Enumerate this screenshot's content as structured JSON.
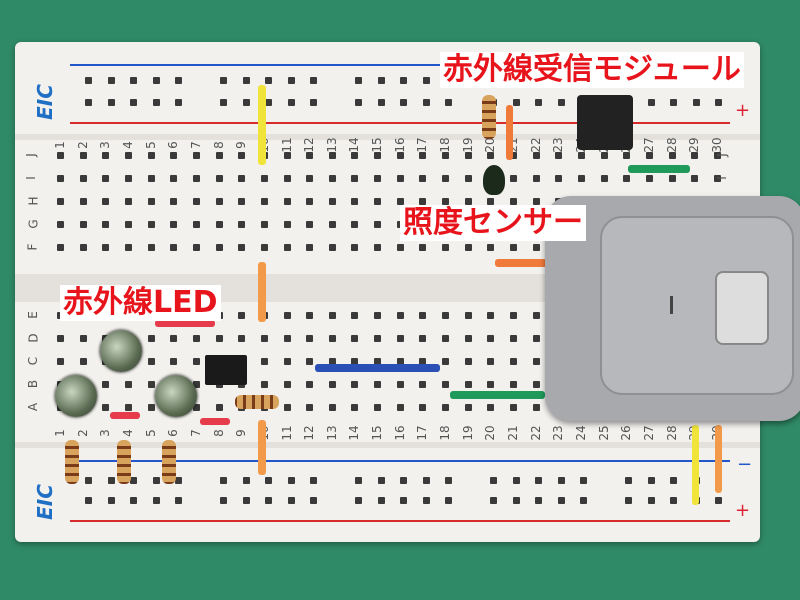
{
  "labels": {
    "ir_receiver": "赤外線受信モジュール",
    "light_sensor": "照度センサー",
    "ir_led": "赤外線LED"
  },
  "breadboard": {
    "logo": "EIC",
    "rows_top": [
      "J",
      "I",
      "H",
      "G",
      "F"
    ],
    "rows_bottom": [
      "E",
      "D",
      "C",
      "B",
      "A"
    ],
    "columns": [
      "1",
      "2",
      "3",
      "4",
      "5",
      "6",
      "7",
      "8",
      "9",
      "10",
      "11",
      "12",
      "13",
      "14",
      "15",
      "16",
      "17",
      "18",
      "19",
      "20",
      "21",
      "22",
      "23",
      "24",
      "25",
      "26",
      "27",
      "28",
      "29",
      "30"
    ],
    "plus": "+",
    "minus": "−"
  },
  "colors": {
    "background": "#2f8a67",
    "label_text": "#e8141c",
    "rail_red": "#d62b2b",
    "rail_blue": "#2356c8"
  }
}
